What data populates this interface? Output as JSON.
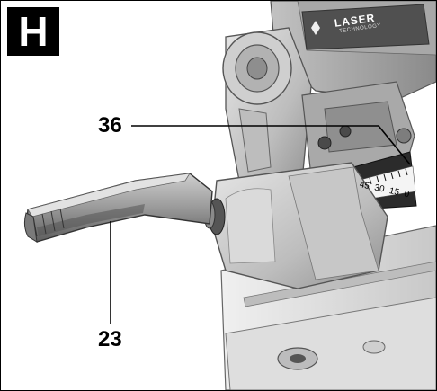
{
  "figure": {
    "letter": "H",
    "brand_main": "LASER",
    "brand_sub": "TECHNOLOGY",
    "scale_labels": [
      "45",
      "30",
      "15",
      "0"
    ],
    "callouts": [
      {
        "id": "36",
        "label": "36"
      },
      {
        "id": "23",
        "label": "23"
      }
    ]
  },
  "colors": {
    "metal_light": "#d9d9d9",
    "metal_mid": "#b9b9b9",
    "metal_dark": "#6e6e6e",
    "scale_dark": "#2b2b2b"
  }
}
